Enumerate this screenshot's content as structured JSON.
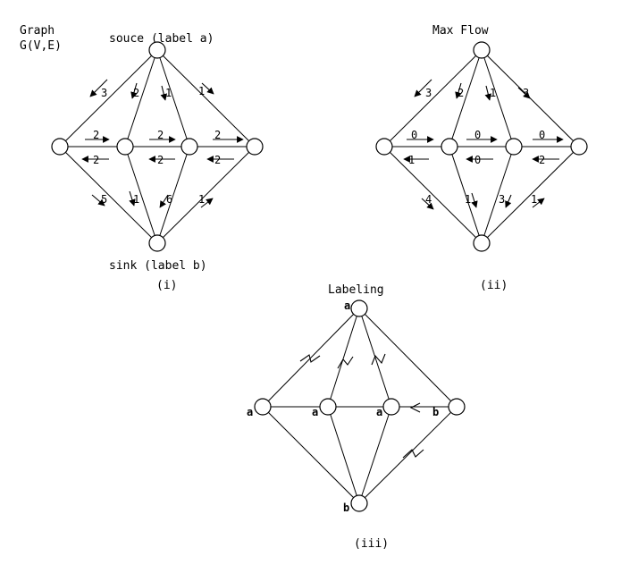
{
  "diagram_i": {
    "title_line1": "Graph",
    "title_line2": "G(V,E)",
    "source_label": "souce (label a)",
    "sink_label": "sink (label b)",
    "caption": "(i)",
    "edge_labels": {
      "s_l": "3",
      "s_ml": "2",
      "s_mr": "1",
      "s_r": "1",
      "l_ml_top": "2",
      "l_ml_bot": "2",
      "ml_mr_top": "2",
      "ml_mr_bot": "2",
      "mr_r_top": "2",
      "mr_r_bot": "2",
      "l_t": "5",
      "ml_t": "1",
      "mr_t": "6",
      "r_t": "1"
    }
  },
  "diagram_ii": {
    "title": "Max Flow",
    "caption": "(ii)",
    "edge_labels": {
      "s_l": "3",
      "s_ml": "2",
      "s_mr": "1",
      "s_r": "3",
      "l_ml_top": "0",
      "l_ml_bot": "1",
      "ml_mr_top": "0",
      "ml_mr_bot": "0",
      "mr_r_top": "0",
      "mr_r_bot": "2",
      "l_t": "4",
      "ml_t": "1",
      "mr_t": "3",
      "r_t": "1"
    }
  },
  "diagram_iii": {
    "title": "Labeling",
    "caption": "(iii)",
    "node_labels": {
      "top": "a",
      "left": "a",
      "midleft": "a",
      "midright": "a",
      "right": "b",
      "bottom": "b"
    }
  }
}
